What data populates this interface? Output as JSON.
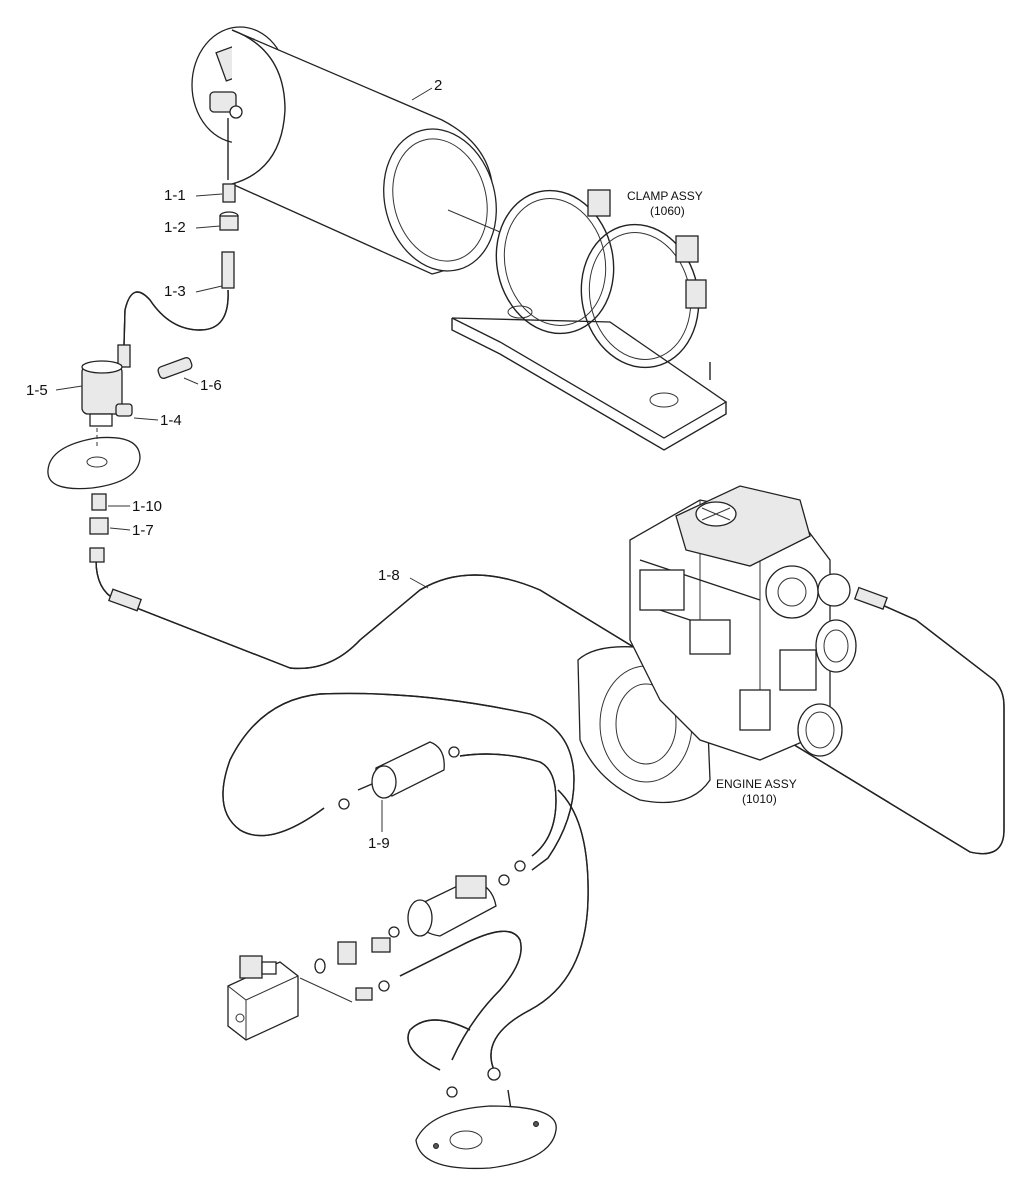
{
  "labels": {
    "tank": "2",
    "clamp_line1": "CLAMP ASSY",
    "clamp_line2": "(1060)",
    "p1_1": "1-1",
    "p1_2": "1-2",
    "p1_3": "1-3",
    "p1_4": "1-4",
    "p1_5": "1-5",
    "p1_6": "1-6",
    "p1_7": "1-7",
    "p1_8": "1-8",
    "p1_9": "1-9",
    "p1_10": "1-10",
    "engine_line1": "ENGINE ASSY",
    "engine_line2": "(1010)"
  }
}
